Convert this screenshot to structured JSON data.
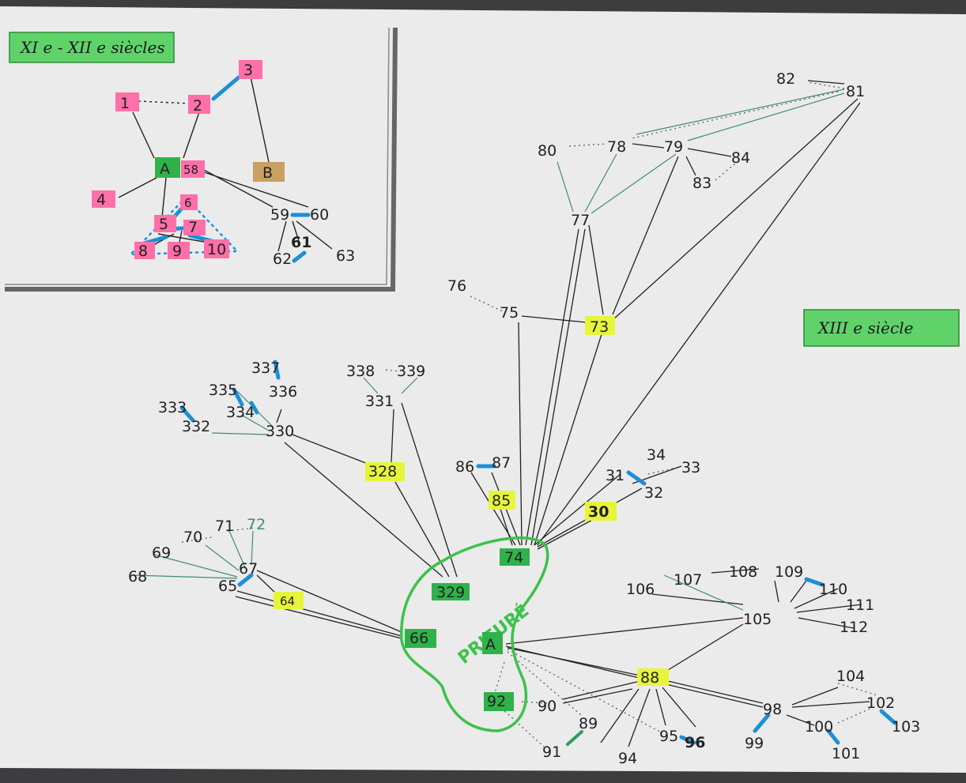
{
  "titles": {
    "period_1": "XI e - XII e siècles",
    "period_2": "XIII e siècle"
  },
  "prieure_label": "PRIEURÉ",
  "inset_nodes": {
    "n1": "1",
    "n2": "2",
    "n3": "3",
    "nA": "A",
    "n58": "58",
    "nB": "B",
    "n4": "4",
    "n6": "6",
    "n5": "5",
    "n7": "7",
    "n8": "8",
    "n9": "9",
    "n10": "10",
    "n59": "59",
    "n60": "60",
    "n61": "61",
    "n62": "62",
    "n63": "63"
  },
  "main_nodes": {
    "n82": "82",
    "n81": "81",
    "n80": "80",
    "n78": "78",
    "n79": "79",
    "n84": "84",
    "n83": "83",
    "n77": "77",
    "n76": "76",
    "n75": "75",
    "n73": "73",
    "n338": "338",
    "n339": "339",
    "n331": "331",
    "n335": "335",
    "n337": "337",
    "n336": "336",
    "n333": "333",
    "n334": "334",
    "n332": "332",
    "n330": "330",
    "n328": "328",
    "n86": "86",
    "n87": "87",
    "n85": "85",
    "n34": "34",
    "n33": "33",
    "n31": "31",
    "n32": "32",
    "n30": "30",
    "n74": "74",
    "n329": "329",
    "n66": "66",
    "nA": "A",
    "n69": "69",
    "n70": "70",
    "n71": "71",
    "n72": "72",
    "n68": "68",
    "n67": "67",
    "n65": "65",
    "n64": "64",
    "n106": "106",
    "n107": "107",
    "n108": "108",
    "n109": "109",
    "n110": "110",
    "n105": "105",
    "n111": "111",
    "n112": "112",
    "n88": "88",
    "n104": "104",
    "n102": "102",
    "n103": "103",
    "n98": "98",
    "n100": "100",
    "n101": "101",
    "n99": "99",
    "n92": "92",
    "n90": "90",
    "n89": "89",
    "n91": "91",
    "n94": "94",
    "n95": "95",
    "n96": "96"
  },
  "colors": {
    "paper": "#ebebeb",
    "pink_highlight": "#ff6fa8",
    "green_highlight": "#2fb24a",
    "yellow_highlight": "#e6f53a",
    "blue_marker": "#1e8fd6",
    "prieure_outline": "#3cc24a",
    "frame": "#555555"
  }
}
